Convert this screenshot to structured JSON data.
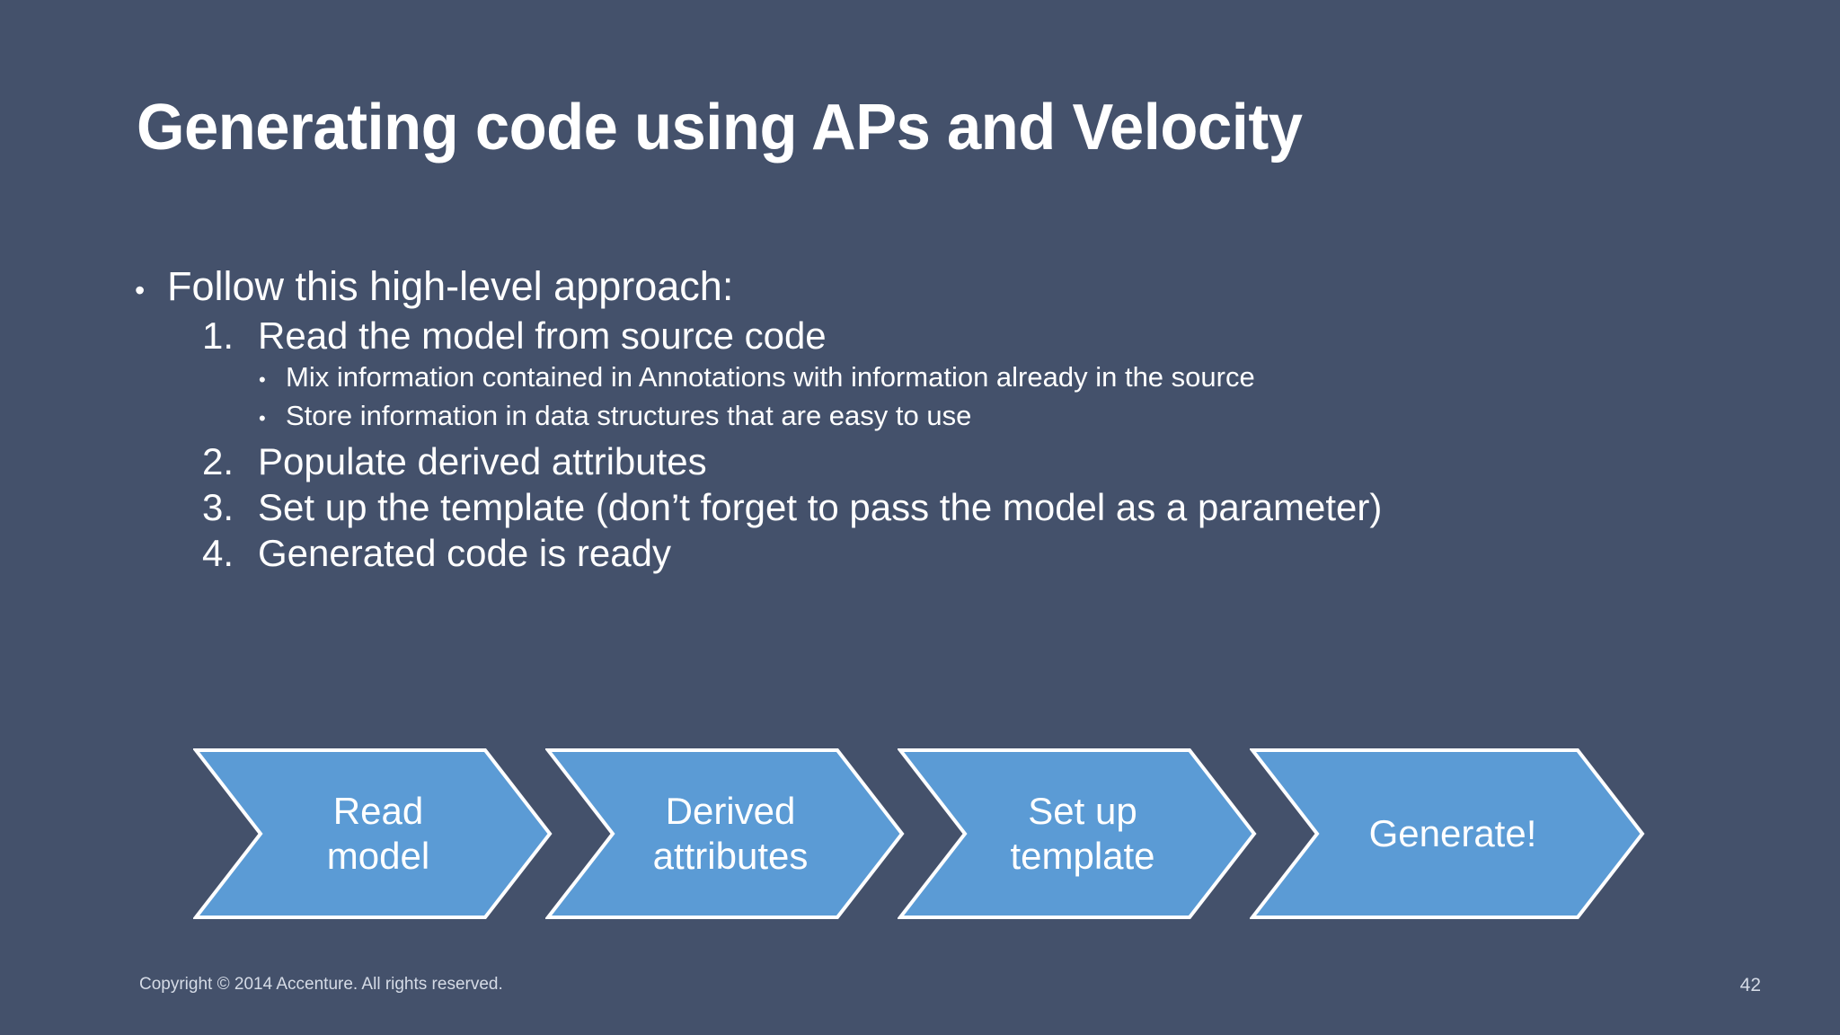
{
  "slide": {
    "background_color": "#44516b",
    "title": "Generating code using APs and Velocity"
  },
  "content": {
    "lead_bullet": {
      "marker": "•",
      "text": "Follow this high-level approach:"
    },
    "steps": [
      {
        "number": "1.",
        "text": "Read the model from source code",
        "subbullets": [
          {
            "marker": "•",
            "text": "Mix information contained in Annotations with information already in the source"
          },
          {
            "marker": "•",
            "text": "Store information in data structures that are easy to use"
          }
        ]
      },
      {
        "number": "2.",
        "text": "Populate derived attributes",
        "subbullets": []
      },
      {
        "number": "3.",
        "text": "Set up the template (don’t forget to pass the model as a parameter)",
        "subbullets": []
      },
      {
        "number": "4.",
        "text": "Generated code is ready",
        "subbullets": []
      }
    ]
  },
  "process_flow": {
    "fill_color": "#5B9BD5",
    "outline_color": "#ffffff",
    "chevrons": [
      {
        "line1": "Read",
        "line2": "model"
      },
      {
        "line1": "Derived",
        "line2": "attributes"
      },
      {
        "line1": "Set up",
        "line2": "template"
      },
      {
        "line1": "Generate!",
        "line2": ""
      }
    ]
  },
  "footer": {
    "copyright": "Copyright © 2014 Accenture. All rights reserved.",
    "page_number": "42"
  }
}
